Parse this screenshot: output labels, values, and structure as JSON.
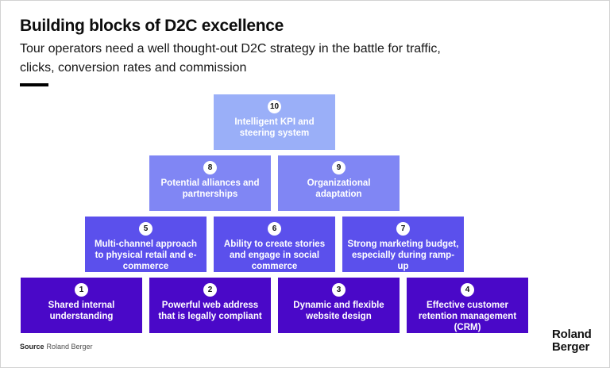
{
  "header": {
    "title": "Building blocks of D2C excellence",
    "subtitle_line1": "Tour operators need a well thought-out D2C strategy in the battle for traffic,",
    "subtitle_line2": "clicks, conversion rates and commission"
  },
  "pyramid": {
    "rows": [
      {
        "color": "#9AAFF8",
        "blocks": [
          {
            "number": "10",
            "label": "Intelligent KPI and steering system"
          }
        ]
      },
      {
        "color": "#8086F4",
        "blocks": [
          {
            "number": "8",
            "label": "Potential alliances and partnerships"
          },
          {
            "number": "9",
            "label": "Organizational adaptation"
          }
        ]
      },
      {
        "color": "#5B50EC",
        "blocks": [
          {
            "number": "5",
            "label": "Multi-channel approach to physical retail and e-commerce"
          },
          {
            "number": "6",
            "label": "Ability to create stories and engage in social commerce"
          },
          {
            "number": "7",
            "label": "Strong marketing budget, especially during ramp-up"
          }
        ]
      },
      {
        "color": "#4A08C8",
        "blocks": [
          {
            "number": "1",
            "label": "Shared internal understanding"
          },
          {
            "number": "2",
            "label": "Powerful web address that is legally compliant"
          },
          {
            "number": "3",
            "label": "Dynamic and flexible website design"
          },
          {
            "number": "4",
            "label": "Effective customer retention management (CRM)"
          }
        ]
      }
    ]
  },
  "footer": {
    "source_label": "Source",
    "source_value": "Roland Berger",
    "logo_line1": "Roland",
    "logo_line2": "Berger"
  }
}
